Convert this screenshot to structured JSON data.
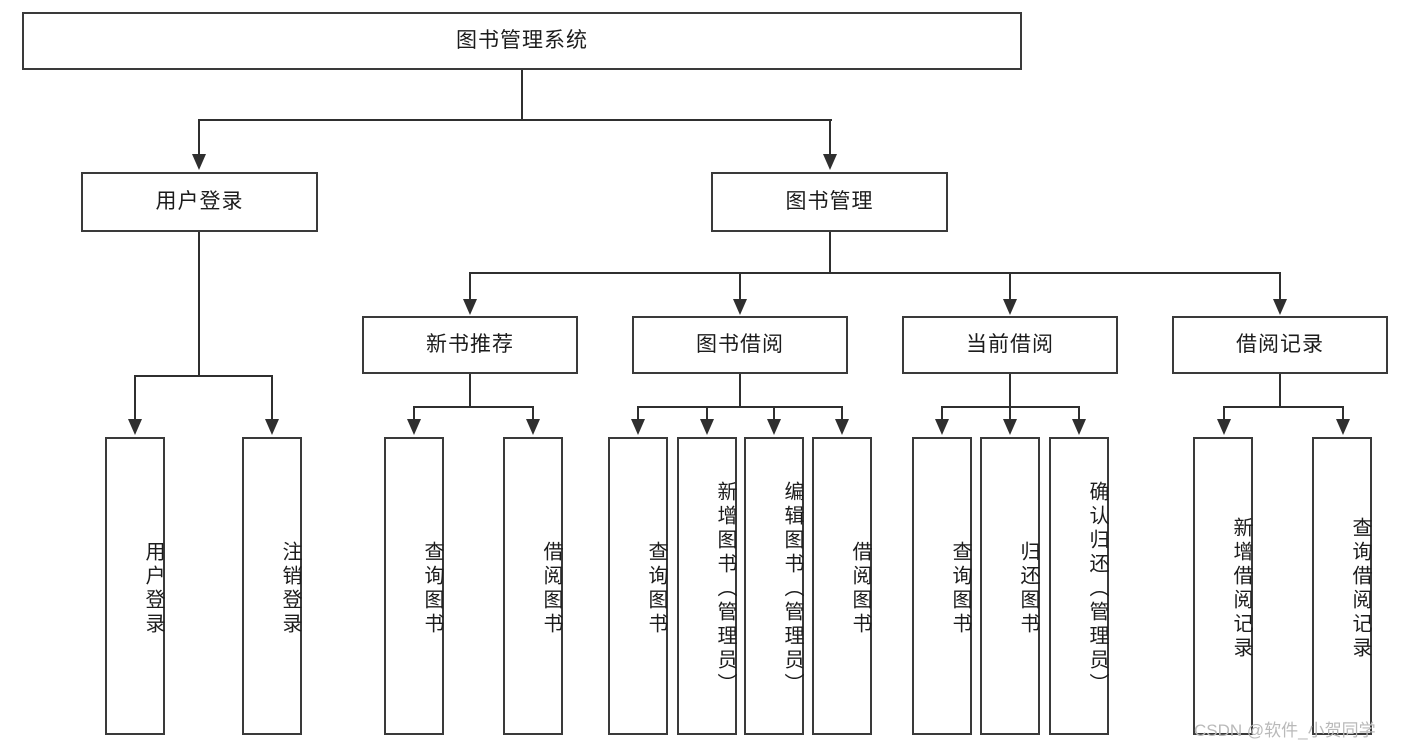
{
  "diagram": {
    "title": "图书管理系统",
    "type": "tree",
    "watermark": "CSDN @软件_小贺同学",
    "colors": {
      "box_border": "#3a3a3a",
      "connector": "#2f2f2f",
      "text": "#1c1c1c",
      "background": "#ffffff",
      "watermark": "#b9b9b9"
    },
    "nodes": {
      "root": {
        "label": "图书管理系统"
      },
      "level1": [
        {
          "id": "user-login",
          "label": "用户登录"
        },
        {
          "id": "book-manage",
          "label": "图书管理"
        }
      ],
      "level2": [
        {
          "id": "new-book-recommend",
          "label": "新书推荐"
        },
        {
          "id": "book-borrow",
          "label": "图书借阅"
        },
        {
          "id": "current-borrow",
          "label": "当前借阅"
        },
        {
          "id": "borrow-record",
          "label": "借阅记录"
        }
      ],
      "leaves": {
        "user_login": [
          {
            "id": "leaf-user-login",
            "label": "用户登录"
          },
          {
            "id": "leaf-user-logout",
            "label": "注销登录"
          }
        ],
        "new_book_recommend": [
          {
            "id": "leaf-query-book-1",
            "label": "查询图书"
          },
          {
            "id": "leaf-borrow-book-1",
            "label": "借阅图书"
          }
        ],
        "book_borrow": [
          {
            "id": "leaf-query-book-2",
            "label": "查询图书"
          },
          {
            "id": "leaf-add-book",
            "label": "新增图书（管理员）"
          },
          {
            "id": "leaf-edit-book",
            "label": "编辑图书（管理员）"
          },
          {
            "id": "leaf-borrow-book-2",
            "label": "借阅图书"
          }
        ],
        "current_borrow": [
          {
            "id": "leaf-query-book-3",
            "label": "查询图书"
          },
          {
            "id": "leaf-return-book",
            "label": "归还图书"
          },
          {
            "id": "leaf-confirm-return",
            "label": "确认归还（管理员）"
          }
        ],
        "borrow_record": [
          {
            "id": "leaf-add-record",
            "label": "新增借阅记录"
          },
          {
            "id": "leaf-query-record",
            "label": "查询借阅记录"
          }
        ]
      }
    }
  }
}
